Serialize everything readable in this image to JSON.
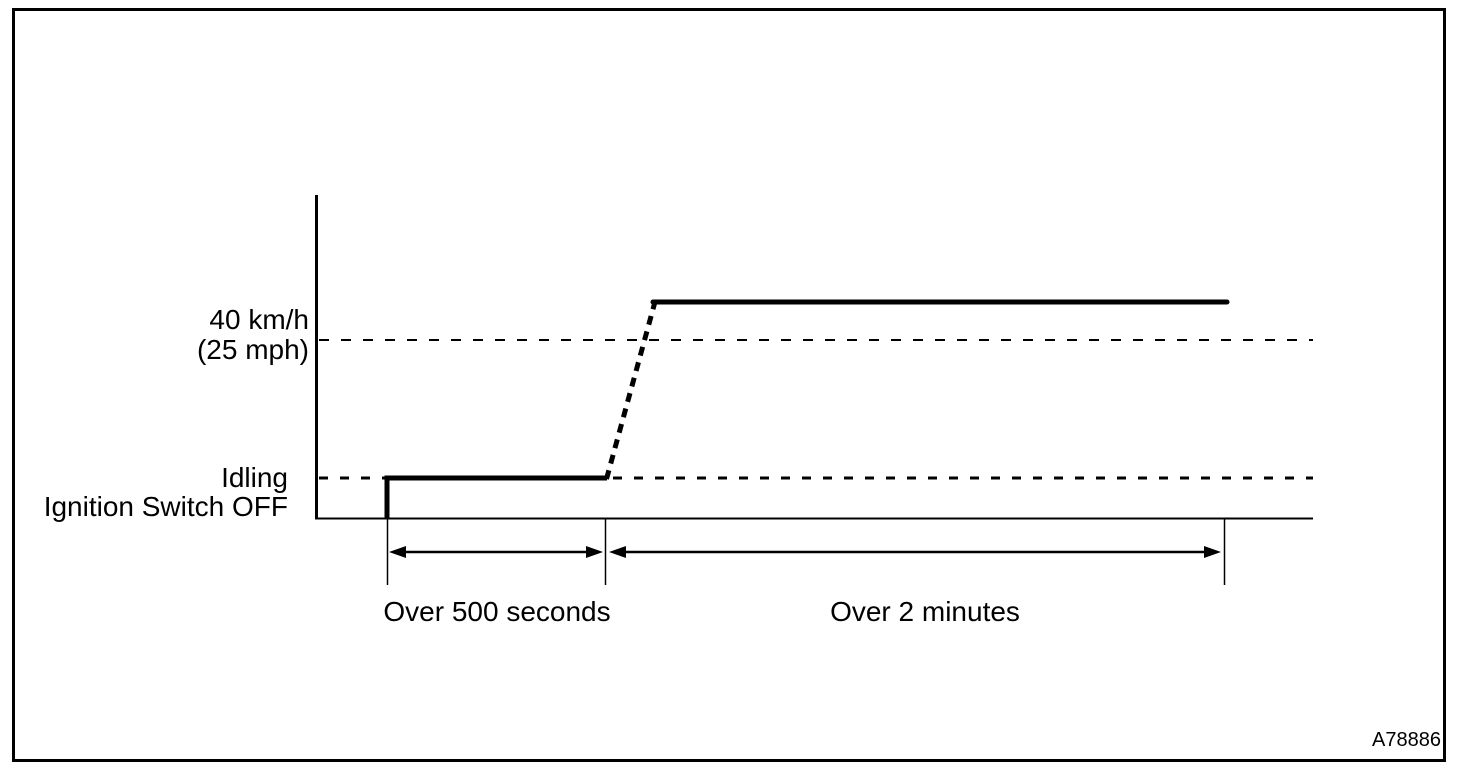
{
  "figure": {
    "code": "A78886"
  },
  "axis_labels": {
    "speed_value": "40 km/h",
    "speed_value_alt": "(25 mph)",
    "idling": "Idling",
    "ignition_off": "Ignition Switch OFF"
  },
  "durations": {
    "idle_phase": "Over 500 seconds",
    "drive_phase": "Over 2 minutes"
  },
  "colors": {
    "ink": "#000000",
    "background": "#ffffff"
  },
  "chart_data": {
    "type": "line",
    "title": "",
    "y_levels": [
      "Ignition Switch OFF",
      "Idling",
      "40 km/h (25 mph)"
    ],
    "series": [
      {
        "name": "vehicle-speed-pattern",
        "segments": [
          {
            "phase": "ignition switch off to idling",
            "shape": "vertical step up",
            "style": "solid thick"
          },
          {
            "phase": "idling",
            "duration": "Over 500 seconds",
            "level": "Idling",
            "style": "solid thick"
          },
          {
            "phase": "acceleration",
            "shape": "rising",
            "style": "dashed thick"
          },
          {
            "phase": "driving",
            "duration": "Over 2 minutes",
            "level": "above 40 km/h (25 mph)",
            "style": "solid thick"
          }
        ]
      }
    ],
    "reference_lines": [
      {
        "label": "40 km/h (25 mph)",
        "style": "dashed thin"
      },
      {
        "label": "Idling",
        "style": "dashed thin"
      }
    ],
    "annotations": [
      "Over 500 seconds",
      "Over 2 minutes"
    ],
    "legend": "none",
    "grid": "off"
  }
}
